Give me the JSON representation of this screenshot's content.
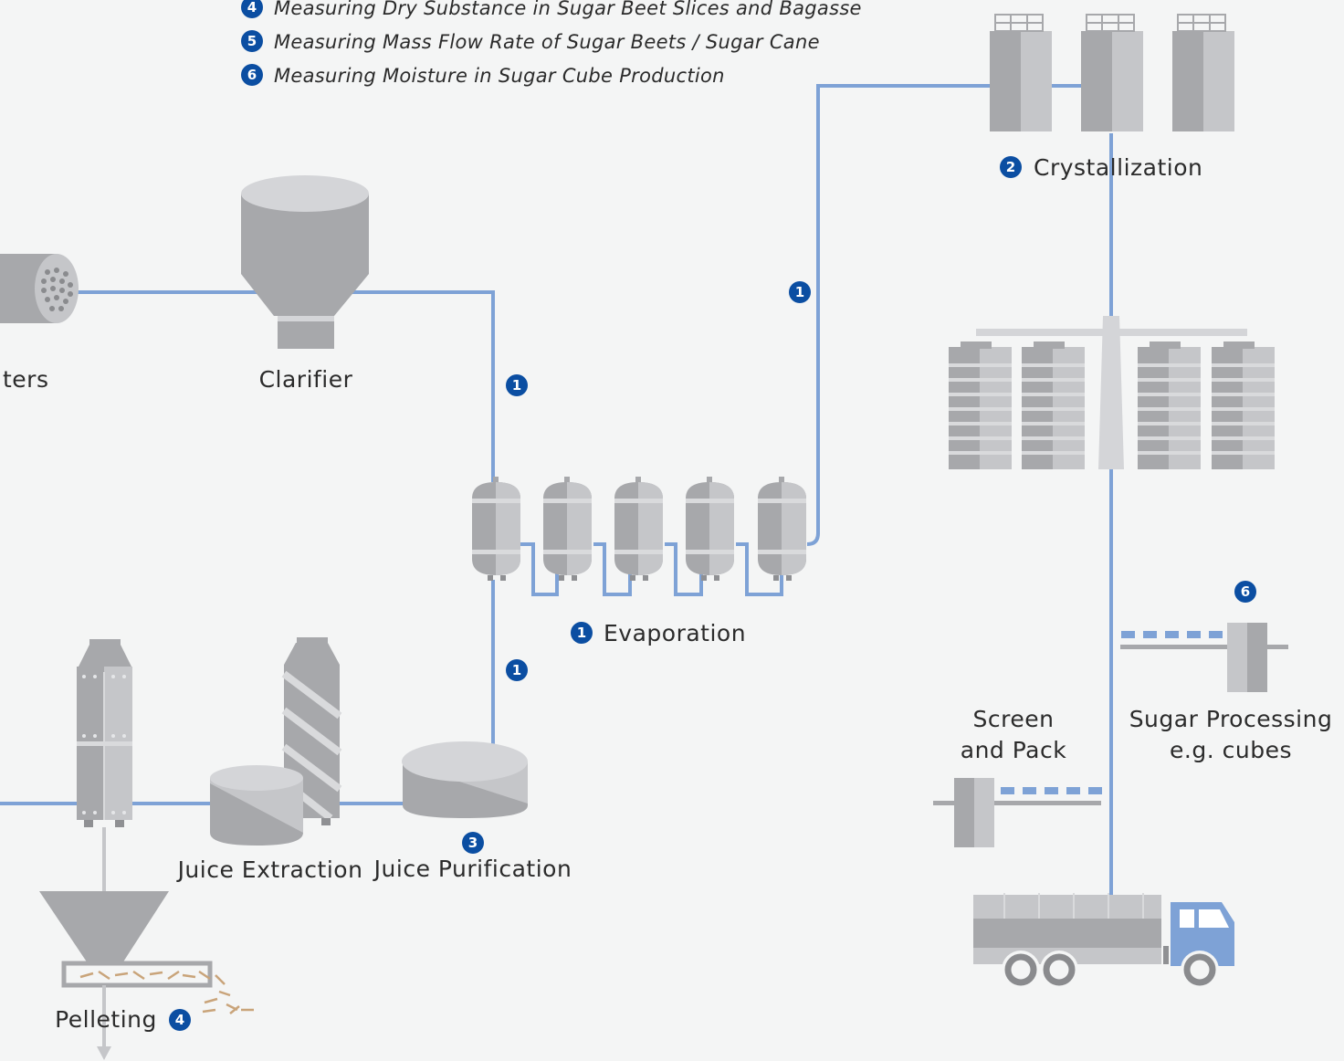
{
  "legend": [
    {
      "num": "4",
      "text": "Measuring Dry Substance in Sugar Beet Slices and Bagasse"
    },
    {
      "num": "5",
      "text": "Measuring Mass Flow Rate of Sugar Beets / Sugar Cane"
    },
    {
      "num": "6",
      "text": "Measuring Moisture in Sugar Cube Production"
    }
  ],
  "labels": {
    "filters_partial": "ters",
    "clarifier": "Clarifier",
    "crystallization": "Crystallization",
    "evaporation": "Evaporation",
    "juice_extraction": "Juice Extraction",
    "juice_purification": "Juice Purification",
    "screen_pack_line1": "Screen",
    "screen_pack_line2": "and Pack",
    "sugar_processing_line1": "Sugar Processing",
    "sugar_processing_line2": "e.g. cubes",
    "pelleting": "Pelleting"
  },
  "markers": {
    "crystallization": "2",
    "evaporation": "1",
    "pipe_clarifier_evap": "1",
    "pipe_evap_cryst": "1",
    "pipe_purif_evap": "1",
    "juice_purification": "3",
    "sugar_processing": "6",
    "pelleting": "4"
  },
  "colors": {
    "background": "#f4f5f5",
    "pipe": "#7ea2d6",
    "marker": "#0b4ea2",
    "equipment_dark": "#a7a8ab",
    "equipment_light": "#c5c6c9",
    "pellets": "#c9a47a",
    "truck_cab": "#7ea2d6"
  }
}
